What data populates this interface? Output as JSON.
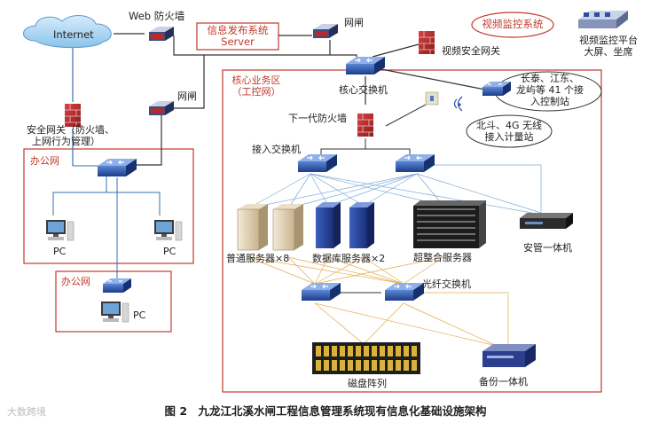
{
  "nodes": {
    "internet": "Internet",
    "web_firewall": "Web 防火墙",
    "info_system": [
      "信息发布系统",
      "Server"
    ],
    "gateway_top": "网闸",
    "video_system": "视频监控系统",
    "video_platform": [
      "视频监控平台",
      "大屏、坐席"
    ],
    "video_gateway": "视频安全网关",
    "core_switch": "核心交换机",
    "remote_control": [
      "长泰、江东、",
      "龙屿等 41 个接",
      "入控制站"
    ],
    "wireless": [
      "北斗、4G 无线",
      "接入计量站"
    ],
    "ngfw": "下一代防火墙",
    "access_switch": "接入交换机",
    "security_gateway": [
      "安全网关（防火墙、",
      "上网行为管理）"
    ],
    "gateway_mid": "网闸",
    "general_servers": "普通服务器×8",
    "db_servers": "数据库服务器×2",
    "hyper_servers": "超整合服务器",
    "security_appliance": "安管一体机",
    "fiber_switch": "光纤交换机",
    "disk_array": "磁盘阵列",
    "backup_appliance": "备份一体机",
    "pc1": "PC",
    "pc2": "PC",
    "pc3": "PC"
  },
  "zones": {
    "core": [
      "核心业务区",
      "（工控网）"
    ],
    "office1": "办公网",
    "office2": "办公网"
  },
  "caption": "图 2　九龙江北溪水闸工程信息管理系统现有信息化基础设施架构",
  "watermark": "大数跨境",
  "colors": {
    "zone_border": "#c0392b",
    "switch_blue": "#2a4fa0",
    "firewall_red": "#b52a2a",
    "link_blue": "#3a6fb0"
  }
}
